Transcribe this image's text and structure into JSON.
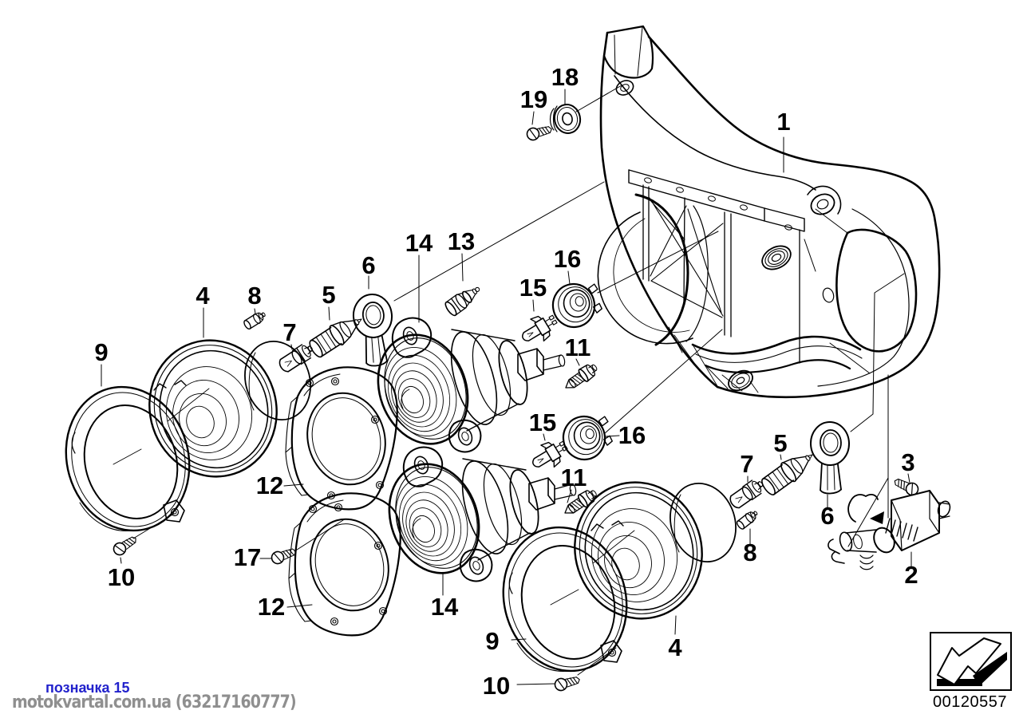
{
  "watermark": {
    "label": "позначка 15",
    "label_color": "#2222cc",
    "site": "motokvartal.com.ua (63217160777)",
    "site_color": "#8f8f8f"
  },
  "stamp": {
    "code": "00120557",
    "icon": "arrow-down-left-stamp-icon"
  },
  "callouts": [
    {
      "id": "housing",
      "part": "1"
    },
    {
      "id": "grommet-top",
      "part": "18"
    },
    {
      "id": "screw-top",
      "part": "19"
    },
    {
      "id": "reflector-upper",
      "part": "4"
    },
    {
      "id": "bulb-small-upper",
      "part": "8"
    },
    {
      "id": "socket-upper",
      "part": "5"
    },
    {
      "id": "bulb-upper",
      "part": "7"
    },
    {
      "id": "boot-upper",
      "part": "6"
    },
    {
      "id": "projector-upper",
      "part": "14"
    },
    {
      "id": "sensor-bulb",
      "part": "13"
    },
    {
      "id": "cap-upper",
      "part": "16"
    },
    {
      "id": "wedge-bulb-upper",
      "part": "15"
    },
    {
      "id": "mini-bulb-upper",
      "part": "11"
    },
    {
      "id": "ring-upper",
      "part": "9"
    },
    {
      "id": "wedge-bulb-lower",
      "part": "15"
    },
    {
      "id": "cap-lower",
      "part": "16"
    },
    {
      "id": "mini-bulb-lower",
      "part": "11"
    },
    {
      "id": "frame-upper",
      "part": "12"
    },
    {
      "id": "screw-frame",
      "part": "17"
    },
    {
      "id": "screw-ring-upper",
      "part": "10"
    },
    {
      "id": "frame-lower",
      "part": "12"
    },
    {
      "id": "projector-lower",
      "part": "14"
    },
    {
      "id": "ring-lower",
      "part": "9"
    },
    {
      "id": "screw-ring-lower",
      "part": "10"
    },
    {
      "id": "reflector-lower",
      "part": "4"
    },
    {
      "id": "socket-right",
      "part": "5"
    },
    {
      "id": "bulb-right",
      "part": "7"
    },
    {
      "id": "boot-right",
      "part": "6"
    },
    {
      "id": "bulb-small-right",
      "part": "8"
    },
    {
      "id": "screw-adjuster",
      "part": "3"
    },
    {
      "id": "adjuster",
      "part": "2"
    }
  ]
}
